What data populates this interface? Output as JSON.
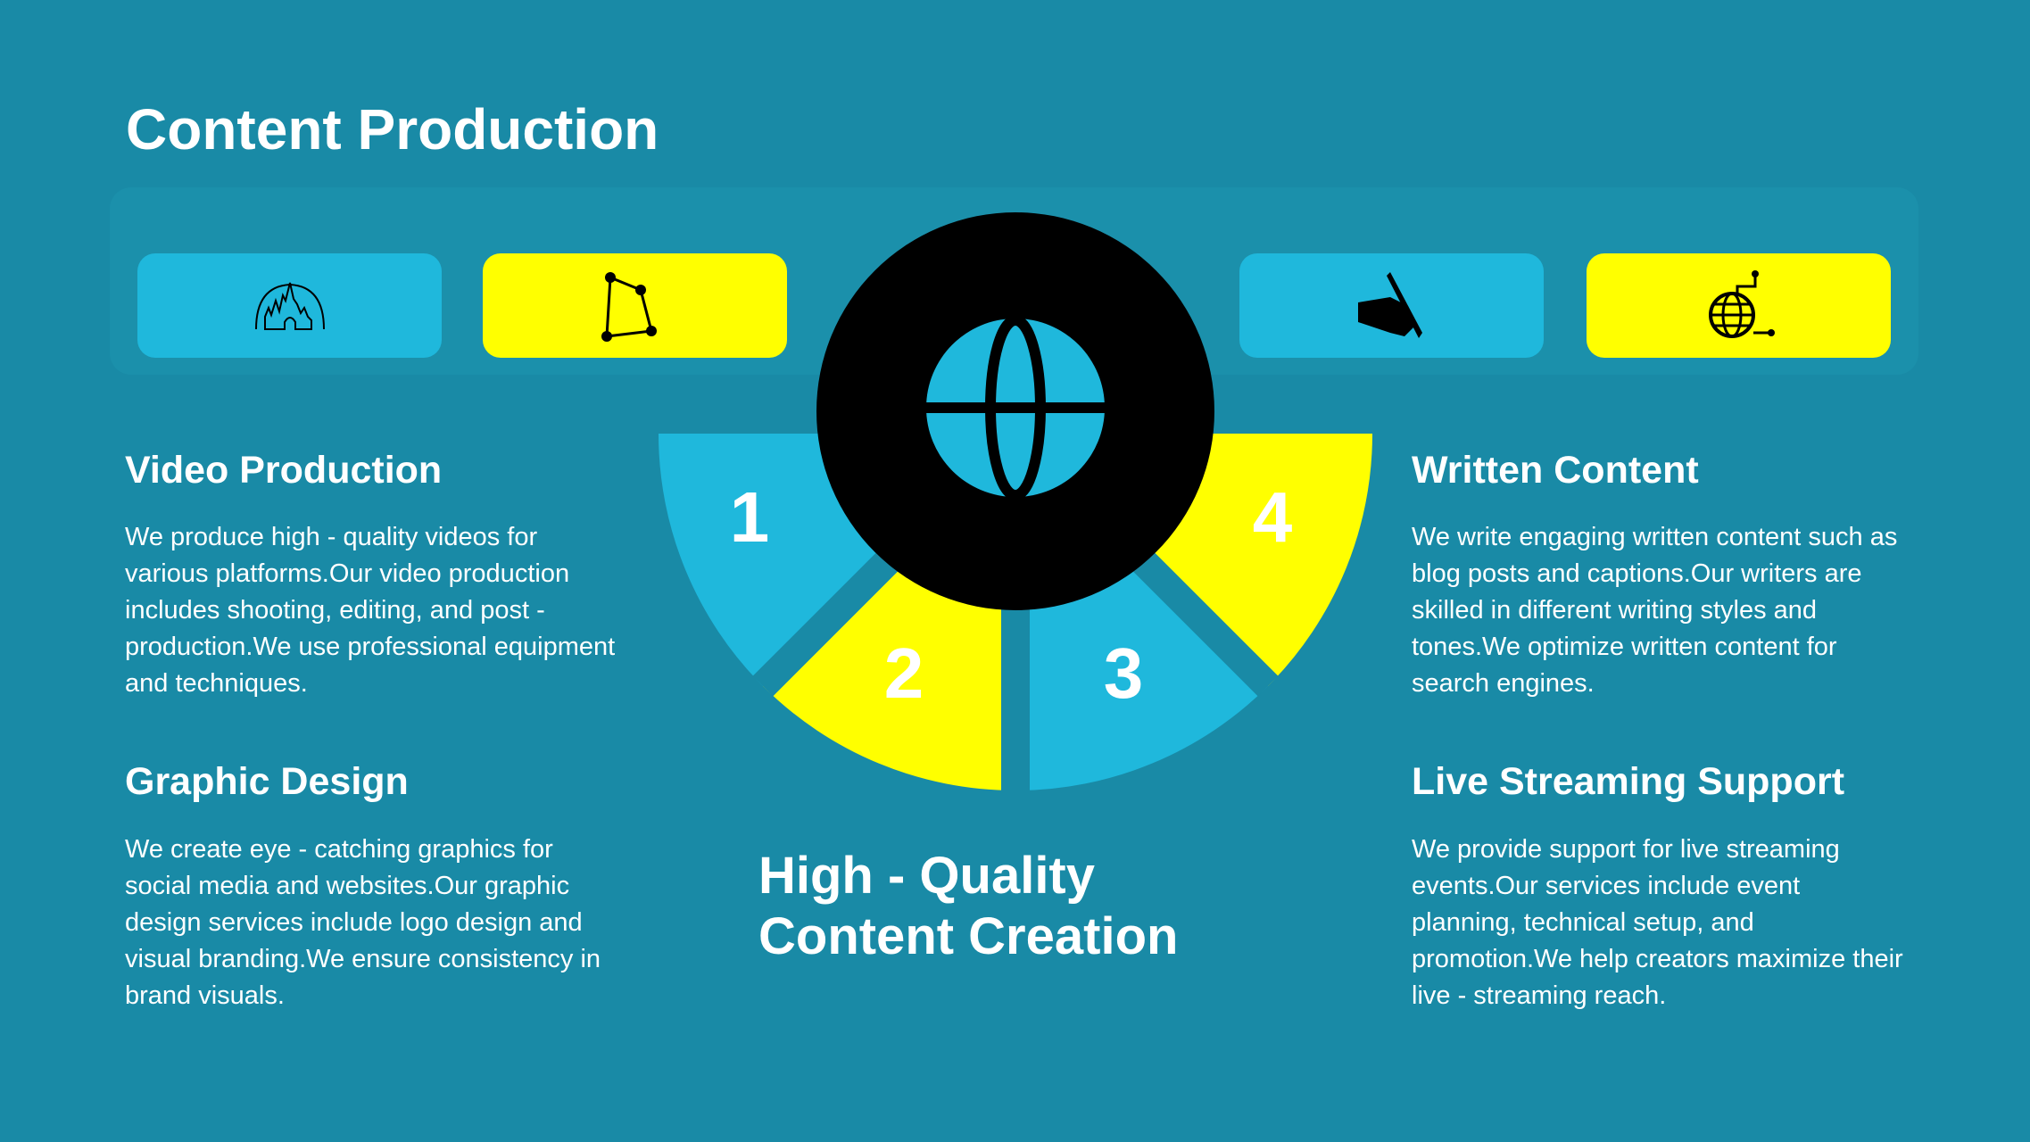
{
  "title": "Content Production",
  "icons": [
    "castle-icon",
    "constellation-icon",
    "hand-writing-icon",
    "globe-network-icon"
  ],
  "center_icon": "globe-icon",
  "segments": [
    "1",
    "2",
    "3",
    "4"
  ],
  "center_title_line1": "High - Quality",
  "center_title_line2": "Content Creation",
  "sections": [
    {
      "heading": "Video Production",
      "body": "We produce high - quality videos for various platforms.Our video production includes shooting, editing, and post - production.We use professional equipment and techniques."
    },
    {
      "heading": "Graphic Design",
      "body": "We create eye - catching graphics for social media and websites.Our graphic design services include logo design and visual branding.We ensure consistency in brand visuals."
    },
    {
      "heading": "Written Content",
      "body": "We write engaging written content such as blog posts and captions.Our writers are skilled in different writing styles and tones.We optimize written content for search engines."
    },
    {
      "heading": "Live Streaming Support",
      "body": "We provide support for live streaming events.Our services include event planning, technical setup, and promotion.We help creators maximize their live - streaming reach."
    }
  ],
  "colors": {
    "background": "#198aa6",
    "cyan": "#1fb8dc",
    "yellow": "#ffff00",
    "black": "#000000"
  }
}
